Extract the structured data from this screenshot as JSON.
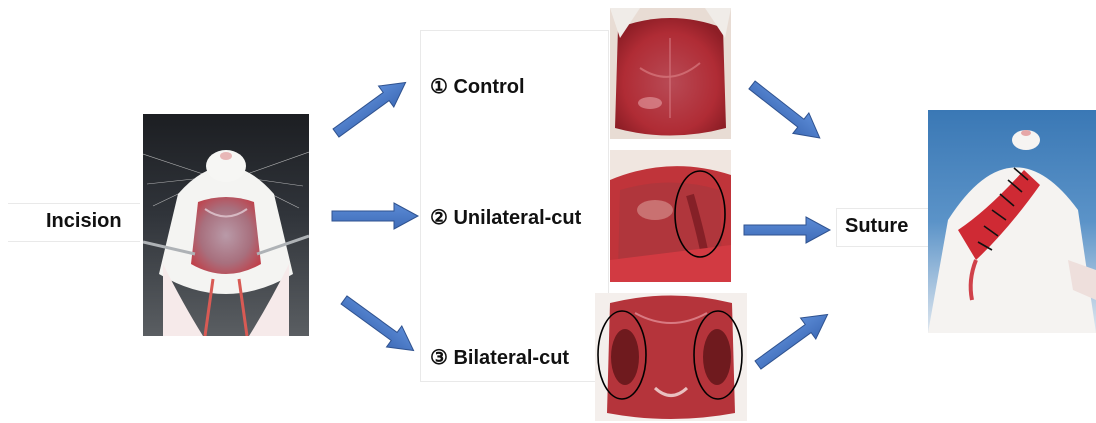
{
  "steps": {
    "incision": "Incision",
    "control": "① Control",
    "unilateral": "② Unilateral-cut",
    "bilateral": "③ Bilateral-cut",
    "suture": "Suture"
  },
  "colors": {
    "arrow_fill": "#4472c4",
    "arrow_stroke": "#2f528f",
    "tissue": "#c8323a",
    "fur": "#f2f2f2",
    "circle": "#000000",
    "suture_background": "#3a78b5"
  },
  "icons": {
    "incision_photo": "mouse-neck-incision-photo",
    "control_photo": "intact-nerve-tissue-photo",
    "unilateral_photo": "unilateral-cut-tissue-photo",
    "bilateral_photo": "bilateral-cut-tissue-photo",
    "suture_photo": "sutured-mouse-photo"
  }
}
